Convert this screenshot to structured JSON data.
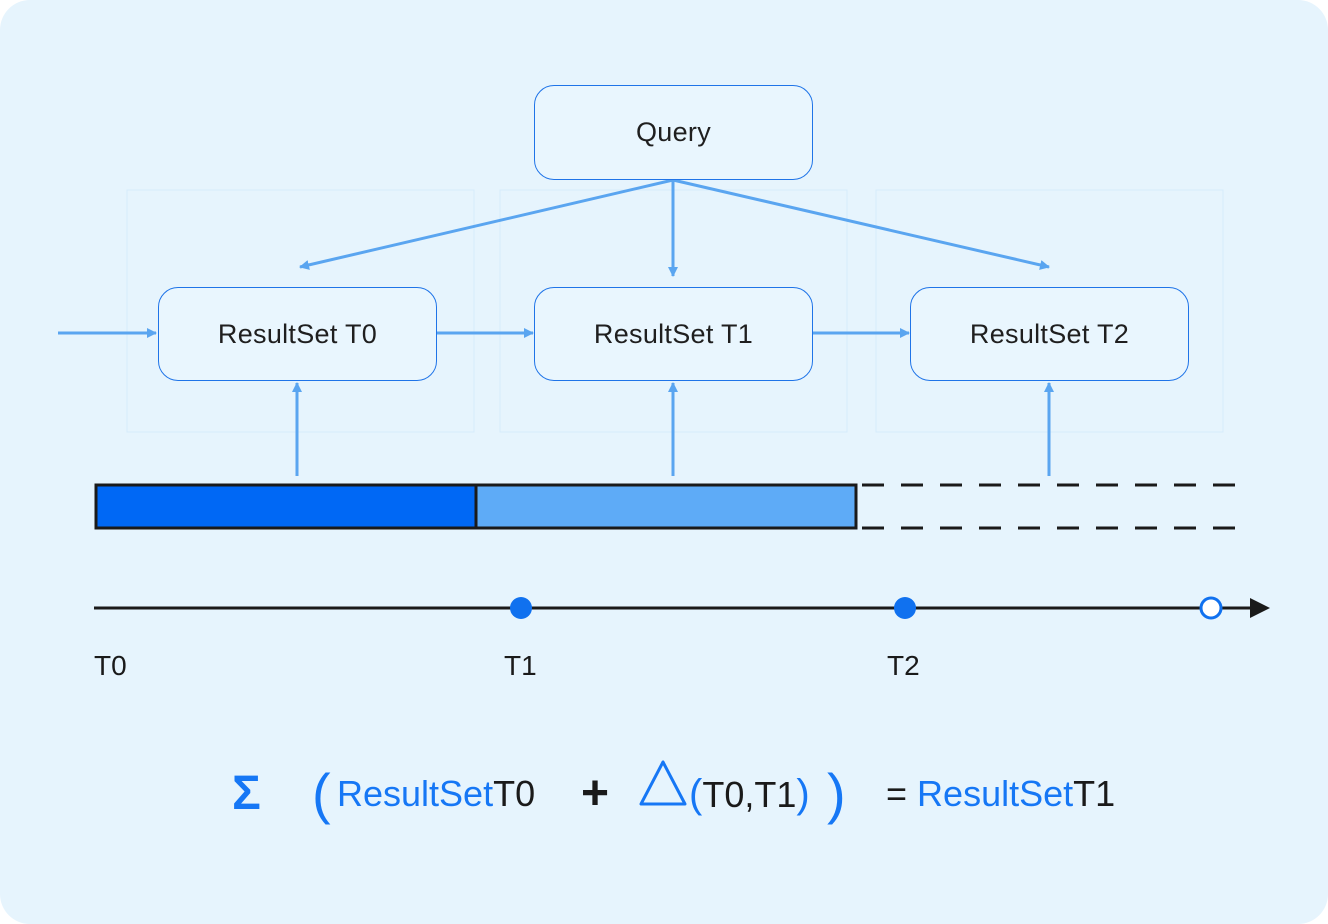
{
  "nodes": {
    "query": "Query",
    "resultset_t0": "ResultSet T0",
    "resultset_t1": "ResultSet T1",
    "resultset_t2": "ResultSet T2"
  },
  "timeline": {
    "labels": [
      "T0",
      "T1",
      "T2"
    ]
  },
  "formula": {
    "sigma": "Σ",
    "open_paren": "(",
    "term1_name": "ResultSet",
    "term1_suffix": "T0",
    "plus": "+",
    "delta_open": "(",
    "delta_args": "T0,T1",
    "delta_close": ")",
    "close_paren": ")",
    "equals": "=",
    "result_name": "ResultSet",
    "result_suffix": "T1"
  },
  "colors": {
    "background": "#e6f4fd",
    "node_border": "#1f74e8",
    "arrow": "#5aa5f0",
    "segment_dark": "#0068f5",
    "segment_light": "#5eabf7",
    "axis": "#1a1a1a",
    "dot": "#1071ef",
    "formula_blue": "#1677f5"
  },
  "icons": {
    "delta": "delta-triangle-icon",
    "open_marker": "hollow-circle-icon",
    "arrowhead": "arrow-right-icon"
  }
}
